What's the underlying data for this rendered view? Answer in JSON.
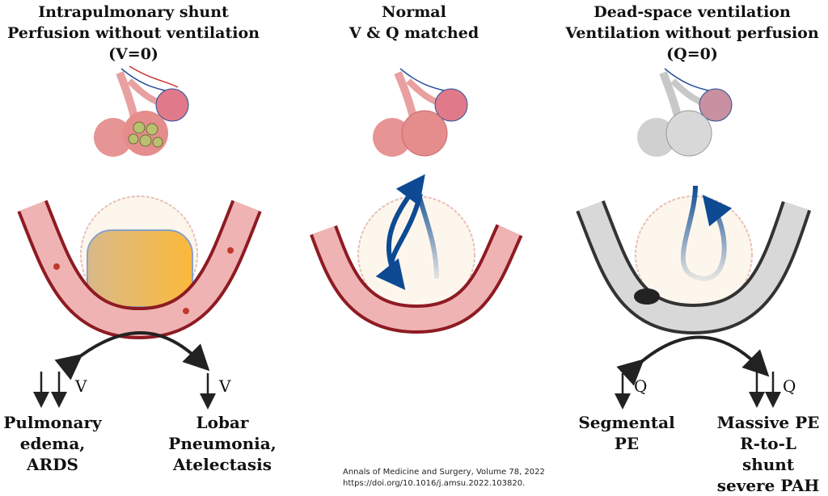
{
  "panels": [
    {
      "title_line1": "Intrapulmonary shunt",
      "title_line2": "Perfusion without ventilation (V=0)"
    },
    {
      "title_line1": "Normal",
      "title_line2": "V & Q matched"
    },
    {
      "title_line1": "Dead-space ventilation",
      "title_line2": "Ventilation without perfusion (Q=0)"
    }
  ],
  "shunt": {
    "left_symbol": "V",
    "left_label": [
      "Pulmonary",
      "edema,",
      "ARDS"
    ],
    "right_symbol": "V",
    "right_label": [
      "Lobar",
      "Pneumonia,",
      "Atelectasis"
    ]
  },
  "deadspace": {
    "left_symbol": "Q",
    "left_label": [
      "Segmental",
      "PE"
    ],
    "right_symbol": "Q",
    "right_label": [
      "Massive PE",
      "R-to-L",
      "shunt",
      "severe PAH"
    ]
  },
  "citation": {
    "line1": "Annals of Medicine and Surgery, Volume 78, 2022",
    "line2": "https://doi.org/10.1016/j.amsu.2022.103820."
  },
  "colors": {
    "vessel": "#e9a0a4",
    "vessel_border": "#8e1b22",
    "fluid": "#f2ac3a",
    "airflow": "#0d4a93",
    "deadspace_vessel": "#555555"
  }
}
